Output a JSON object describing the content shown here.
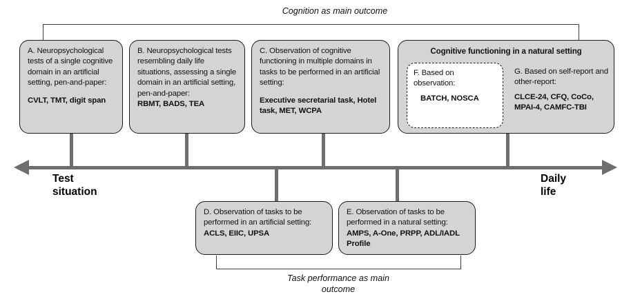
{
  "figure": {
    "top_caption": "Cognition as main outcome",
    "bottom_caption_line1": "Task performance as main",
    "bottom_caption_line2": "outcome",
    "axis": {
      "left_label_line1": "Test",
      "left_label_line2": "situation",
      "right_label_line1": "Daily",
      "right_label_line2": "life",
      "line_color": "#6e6e6e"
    },
    "colors": {
      "box_fill": "#d4d4d4",
      "box_border": "#1a1a1a",
      "inner_box_fill": "#ffffff",
      "connector": "#6e6e6e",
      "bracket": "#3a3a3a",
      "text": "#111111"
    }
  },
  "boxes": {
    "a": {
      "description": "A. Neuropsychological tests of a single cognitive domain in an artificial setting, pen-and-paper:",
      "instruments": "CVLT, TMT, digit span"
    },
    "b": {
      "description": "B. Neuropsychological tests resembling daily life situations, assessing a single domain in an artificial setting, pen-and-paper:",
      "instruments": "RBMT, BADS, TEA"
    },
    "c": {
      "description": "C. Observation of cognitive functioning in multiple domains in tasks to be performed in an artificial setting:",
      "instruments": "Executive secretarial task, Hotel task, MET, WCPA"
    },
    "natural": {
      "header": "Cognitive functioning in a natural setting",
      "f": {
        "description": "F. Based on observation:",
        "instruments": "BATCH, NOSCA"
      },
      "g": {
        "description": "G. Based on self-report and other-report:",
        "instruments": "CLCE-24, CFQ, CoCo, MPAI-4, CAMFC-TBI"
      }
    },
    "d": {
      "description": "D. Observation of tasks to be performed in an artificial setting:",
      "instruments": "ACLS, EIIC, UPSA"
    },
    "e": {
      "description": "E. Observation of tasks to be performed in a natural setting:",
      "instruments": "AMPS, A-One, PRPP, ADL/IADL Profile"
    }
  }
}
